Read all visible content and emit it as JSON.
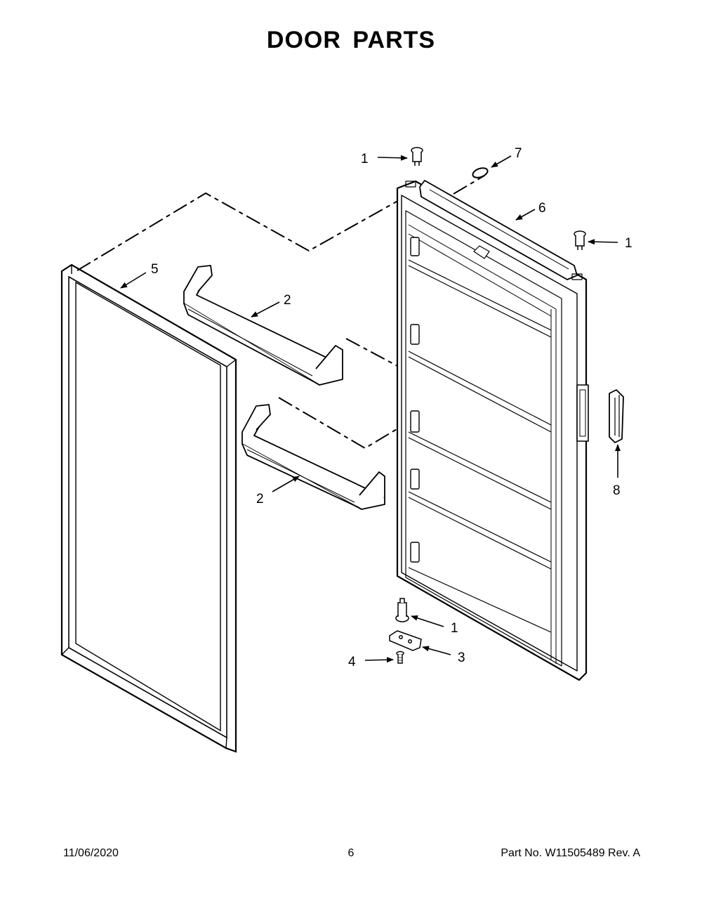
{
  "title": "DOOR PARTS",
  "callouts": {
    "c1a": "1",
    "c7": "7",
    "c6": "6",
    "c1b": "1",
    "c5": "5",
    "c2a": "2",
    "c2b": "2",
    "c8": "8",
    "c1c": "1",
    "c3": "3",
    "c4": "4"
  },
  "footer": {
    "date": "11/06/2020",
    "page": "6",
    "part": "Part No.  W11505489  Rev.  A"
  }
}
